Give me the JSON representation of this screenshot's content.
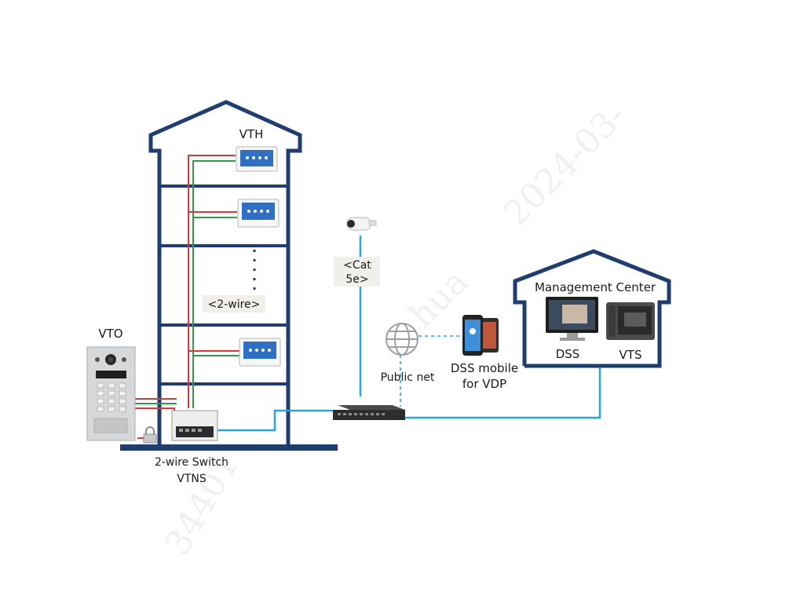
{
  "labels": {
    "vth": "VTH",
    "vto": "VTO",
    "two_wire": "<2-wire>",
    "switch_line1": "2-wire Switch",
    "switch_line2": "VTNS",
    "cat_line1": "<Cat",
    "cat_line2": "5e>",
    "public_net": "Public net",
    "dss_mobile_line1": "DSS mobile",
    "dss_mobile_line2": "for VDP",
    "management_center": "Management Center",
    "dss": "DSS",
    "vts": "VTS"
  },
  "watermark": {
    "date": "2024-03-",
    "id": "34401",
    "brand": "hua"
  },
  "colors": {
    "building_outline": "#1f3d6e",
    "network_link": "#2aa7d6",
    "bus_red": "#d33a3a",
    "bus_green": "#2f9b47",
    "label_background": "#f1efe9"
  }
}
